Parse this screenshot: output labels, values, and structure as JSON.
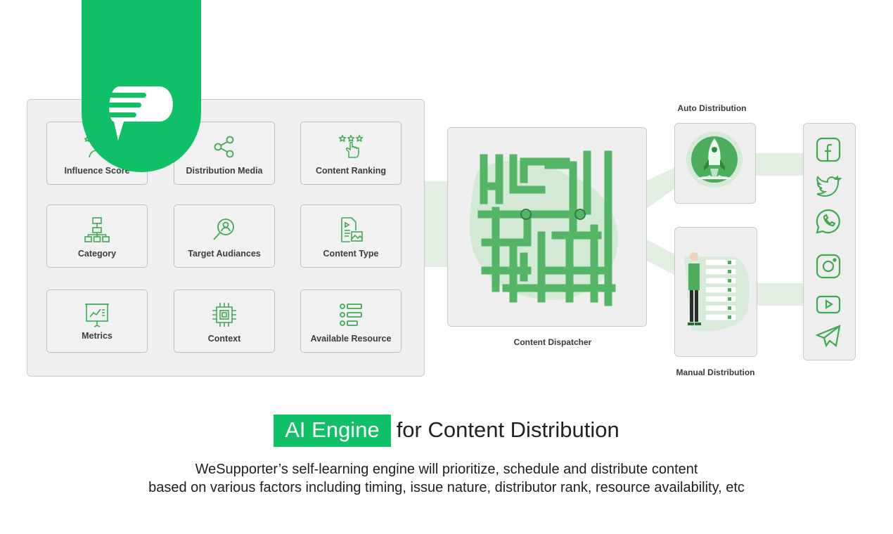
{
  "factors": [
    {
      "label": "Influence Score",
      "icon": "influence-score-icon"
    },
    {
      "label": "Distribution Media",
      "icon": "share-icon"
    },
    {
      "label": "Content Ranking",
      "icon": "rating-stars-icon"
    },
    {
      "label": "Category",
      "icon": "hierarchy-icon"
    },
    {
      "label": "Target Audiances",
      "icon": "audience-search-icon"
    },
    {
      "label": "Content Type",
      "icon": "content-type-icon"
    },
    {
      "label": "Metrics",
      "icon": "metrics-board-icon"
    },
    {
      "label": "Context",
      "icon": "chip-icon"
    },
    {
      "label": "Available Resource",
      "icon": "resource-list-icon"
    }
  ],
  "dispatcher": {
    "caption": "Content Dispatcher",
    "icon": "pipes-icon"
  },
  "auto": {
    "caption": "Auto Distribution",
    "icon": "rocket-icon"
  },
  "manual": {
    "caption": "Manual Distribution",
    "icon": "person-checklist-icon"
  },
  "channels": [
    "facebook-icon",
    "twitter-icon",
    "whatsapp-icon",
    "instagram-icon",
    "youtube-icon",
    "telegram-icon"
  ],
  "logo": {
    "icon": "wesupporter-logo-icon"
  },
  "headline": {
    "highlight": "AI Engine",
    "rest": "for Content Distribution"
  },
  "description": {
    "line1": "WeSupporter’s self-learning engine will prioritize, schedule and distribute content",
    "line2": "based on various factors including timing, issue nature, distributor rank, resource availability, etc"
  },
  "colors": {
    "brand_green": "#10c067",
    "icon_green": "#3faa52",
    "light_green": "#e3eee3"
  }
}
